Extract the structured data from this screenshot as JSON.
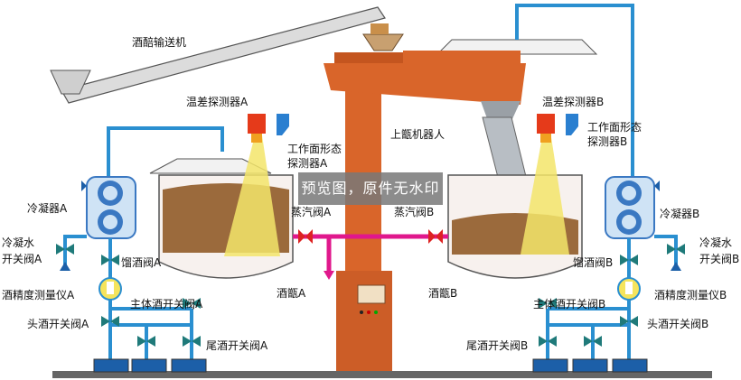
{
  "labels": {
    "conveyor": "酒醅输送机",
    "temp_probe_a": "温差探测器A",
    "temp_probe_b": "温差探测器B",
    "surface_probe_a_line1": "工作面形态",
    "surface_probe_a_line2": "探测器A",
    "surface_probe_b_line1": "工作面形态",
    "surface_probe_b_line2": "探测器B",
    "robot": "上甑机器人",
    "condenser_a": "冷凝器A",
    "condenser_b": "冷凝器B",
    "cold_valve_a_line1": "冷凝水",
    "cold_valve_a_line2": "开关阀A",
    "cold_valve_b_line1": "冷凝水",
    "cold_valve_b_line2": "开关阀B",
    "distill_valve_a": "馏酒阀A",
    "distill_valve_b": "馏酒阀B",
    "steam_valve_a": "蒸汽阀A",
    "steam_valve_b": "蒸汽阀B",
    "meter_a": "酒精度测量仪A",
    "meter_b": "酒精度测量仪B",
    "main_valve_a": "主体酒开关阀A",
    "main_valve_b": "主体酒开关阀B",
    "head_valve_a": "头酒开关阀A",
    "head_valve_b": "头酒开关阀B",
    "tail_valve_a": "尾酒开关阀A",
    "tail_valve_b": "尾酒开关阀B",
    "pot_a": "酒甑A",
    "pot_b": "酒甑B"
  },
  "watermark": "预览图，原件无水印",
  "colors": {
    "pipe": "#2a8fd0",
    "robot": "#d9652a",
    "steam": "#e0188c",
    "valve": "#1f7a7a",
    "condenser": "#3a78c2",
    "beam": "#f3e56a",
    "grain": "#9b6a3c"
  }
}
